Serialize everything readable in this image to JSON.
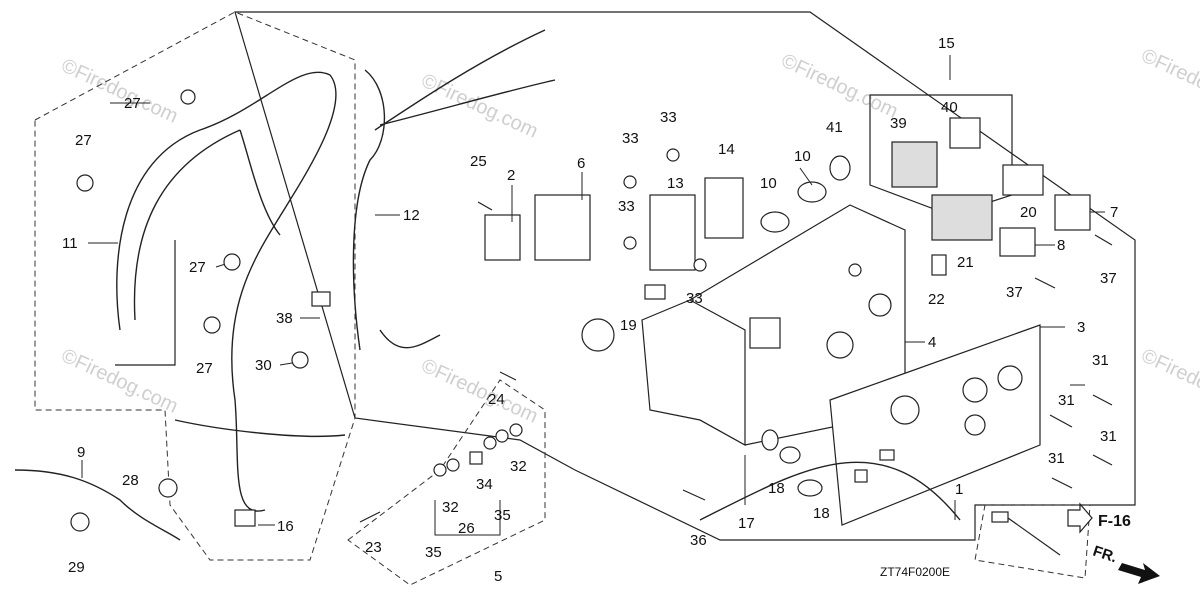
{
  "diagram": {
    "code": "ZT74F0200E",
    "ref_label": "F-16",
    "fr_label": "FR.",
    "watermark": "©Firedog.com",
    "callouts": {
      "c1": "1",
      "c2": "2",
      "c3": "3",
      "c4": "4",
      "c5": "5",
      "c6": "6",
      "c7": "7",
      "c8": "8",
      "c9": "9",
      "c10a": "10",
      "c10b": "10",
      "c11": "11",
      "c12": "12",
      "c13": "13",
      "c14": "14",
      "c15": "15",
      "c16": "16",
      "c17": "17",
      "c18a": "18",
      "c18b": "18",
      "c19": "19",
      "c20": "20",
      "c21": "21",
      "c22": "22",
      "c23": "23",
      "c24": "24",
      "c25": "25",
      "c26": "26",
      "c27a": "27",
      "c27b": "27",
      "c27c": "27",
      "c27d": "27",
      "c28": "28",
      "c29": "29",
      "c30": "30",
      "c31a": "31",
      "c31b": "31",
      "c31c": "31",
      "c31d": "31",
      "c32a": "32",
      "c32b": "32",
      "c33a": "33",
      "c33b": "33",
      "c33c": "33",
      "c33d": "33",
      "c34": "34",
      "c35a": "35",
      "c35b": "35",
      "c36": "36",
      "c37a": "37",
      "c37b": "37",
      "c38": "38",
      "c39": "39",
      "c40": "40",
      "c41": "41"
    }
  }
}
